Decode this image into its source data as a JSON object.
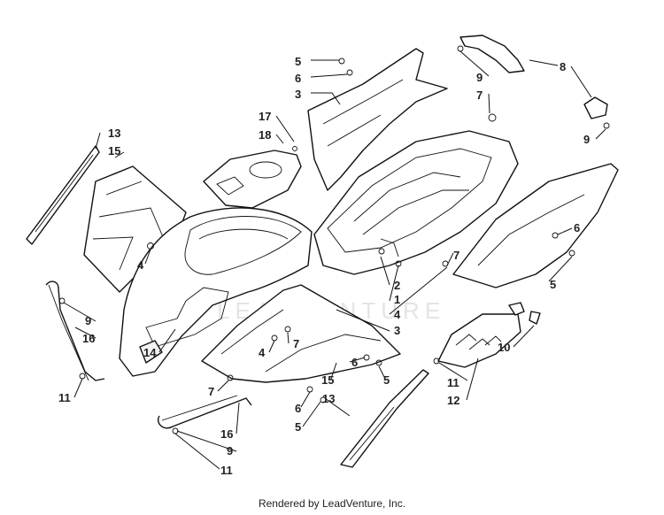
{
  "watermark": "LEADVENTURE",
  "footer": "Rendered by LeadVenture, Inc.",
  "callouts": {
    "c5a": "5",
    "c6a": "6",
    "c3a": "3",
    "c9a": "9",
    "c7a": "7",
    "c8": "8",
    "c9b": "9",
    "c13a": "13",
    "c15a": "15",
    "c17": "17",
    "c18": "18",
    "c6b": "6",
    "c5b": "5",
    "c7b": "7",
    "c2": "2",
    "c1": "1",
    "c4a": "4",
    "c3b": "3",
    "c4b": "4",
    "c9c": "9",
    "c16a": "16",
    "c11a": "11",
    "c14": "14",
    "c4c": "4",
    "c7c": "7",
    "c7d": "7",
    "c6c": "6",
    "c5c": "5",
    "c15b": "15",
    "c10": "10",
    "c11b": "11",
    "c12": "12",
    "c6d": "6",
    "c5d": "5",
    "c13b": "13",
    "c16b": "16",
    "c9d": "9",
    "c11c": "11"
  }
}
